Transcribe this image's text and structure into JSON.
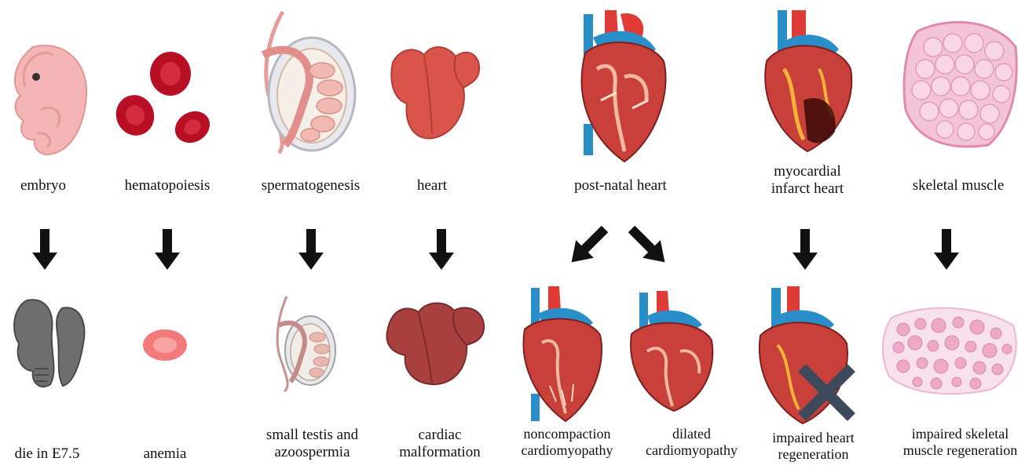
{
  "top_labels": {
    "embryo": "embryo",
    "hematopoiesis": "hematopoiesis",
    "spermatogenesis": "spermatogenesis",
    "heart": "heart",
    "postnatal_heart": "post-natal heart",
    "mi_heart_line1": "myocardial",
    "mi_heart_line2": "infarct heart",
    "skeletal_muscle": "skeletal muscle"
  },
  "bottom_labels": {
    "die": "die in E7.5",
    "anemia": "anemia",
    "small_testis_line1": "small testis and",
    "small_testis_line2": "azoospermia",
    "cardiac_line1": "cardiac",
    "cardiac_line2": "malformation",
    "noncompaction_line1": "noncompaction",
    "noncompaction_line2": "cardiomyopathy",
    "dilated_line1": "dilated",
    "dilated_line2": "cardiomyopathy",
    "impaired_heart_line1": "impaired heart",
    "impaired_heart_line2": "regeneration",
    "impaired_muscle_line1": "impaired skeletal",
    "impaired_muscle_line2": "muscle regeneration"
  },
  "icons": [
    "embryo-icon",
    "red-blood-cells-icon",
    "testis-icon",
    "embryonic-heart-icon",
    "postnatal-heart-icon",
    "infarct-heart-icon",
    "skeletal-muscle-icon",
    "dead-embryo-icon",
    "pale-blood-cell-icon",
    "small-testis-icon",
    "malformed-heart-icon",
    "noncompaction-heart-icon",
    "dilated-heart-icon",
    "impaired-heart-icon",
    "damaged-muscle-icon",
    "x-mark-icon",
    "arrow-down-icon"
  ],
  "colors": {
    "arrow": "#111111",
    "blood_red": "#c8102e",
    "heart_red": "#c9403a",
    "vessel_blue": "#2a8fc9",
    "muscle_pink": "#f2b6cf",
    "grey_embryo": "#6e6e6e",
    "x_mark": "#3c4a5c"
  }
}
